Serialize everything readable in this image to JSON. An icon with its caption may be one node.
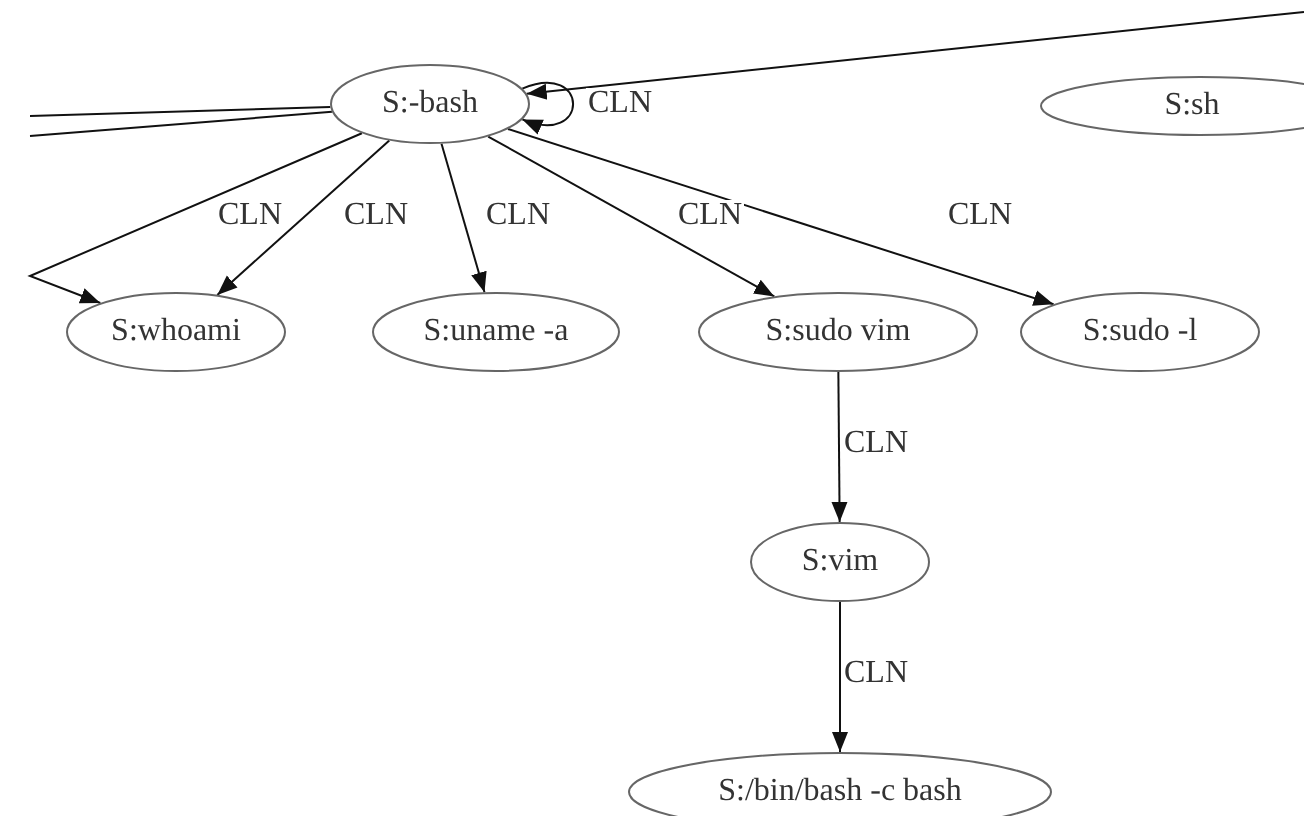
{
  "diagram": {
    "nodes": [
      {
        "text": [
          "S:-bash"
        ]
      },
      {
        "text": [
          "S:sh"
        ]
      },
      {
        "text": [
          "S:whoami"
        ]
      },
      {
        "text": [
          "S:uname -a"
        ]
      },
      {
        "text": [
          "S:sudo vim"
        ]
      },
      {
        "text": [
          "S:sudo -l"
        ]
      },
      {
        "text": [
          "S:vim"
        ]
      },
      {
        "text": [
          "S:/bin/bash -c bash"
        ]
      }
    ],
    "edges": [
      {
        "from": null,
        "to": 0,
        "arrow": "to"
      },
      {
        "from": 0,
        "to": null,
        "arrow": "none"
      },
      {
        "from": 0,
        "to": null,
        "arrow": "none"
      },
      {
        "from": 0,
        "to": 0,
        "arrow": "to",
        "label": "CLN"
      },
      {
        "from": 0,
        "to": 2,
        "arrow": "to",
        "label": "CLN"
      },
      {
        "from": 0,
        "to": 2,
        "arrow": "to",
        "label": "CLN"
      },
      {
        "from": 0,
        "to": 3,
        "arrow": "to",
        "label": "CLN"
      },
      {
        "from": 0,
        "to": 4,
        "arrow": "to",
        "label": "CLN"
      },
      {
        "from": 0,
        "to": 5,
        "arrow": "to",
        "label": "CLN"
      },
      {
        "from": 4,
        "to": 6,
        "arrow": "to",
        "label": "CLN"
      },
      {
        "from": 6,
        "to": 7,
        "arrow": "to",
        "label": "CLN"
      }
    ]
  }
}
